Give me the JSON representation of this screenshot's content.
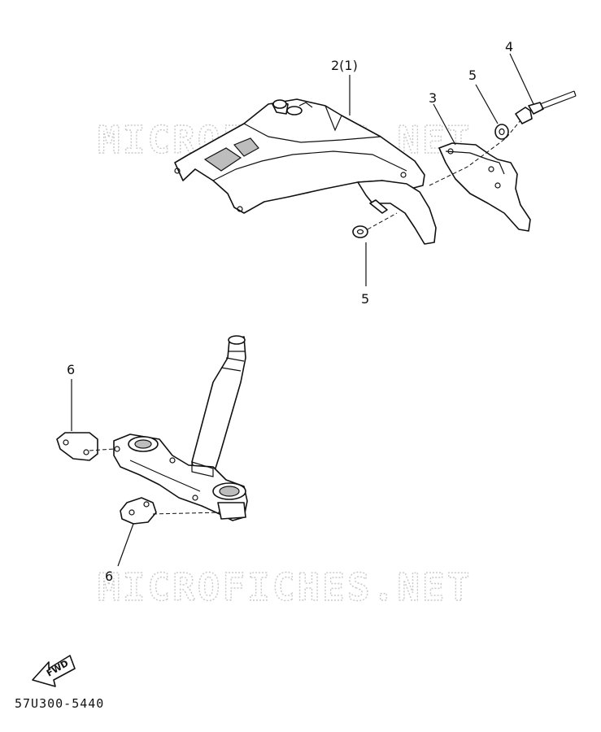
{
  "watermark": "MICROFICHES.NET",
  "callouts": {
    "part_2_1": "2(1)",
    "part_3": "3",
    "part_4": "4",
    "part_5_top": "5",
    "part_5_bottom": "5",
    "part_6_top": "6",
    "part_6_bottom": "6"
  },
  "fwd_label": "FWD",
  "diagram_code": "57U300-5440"
}
